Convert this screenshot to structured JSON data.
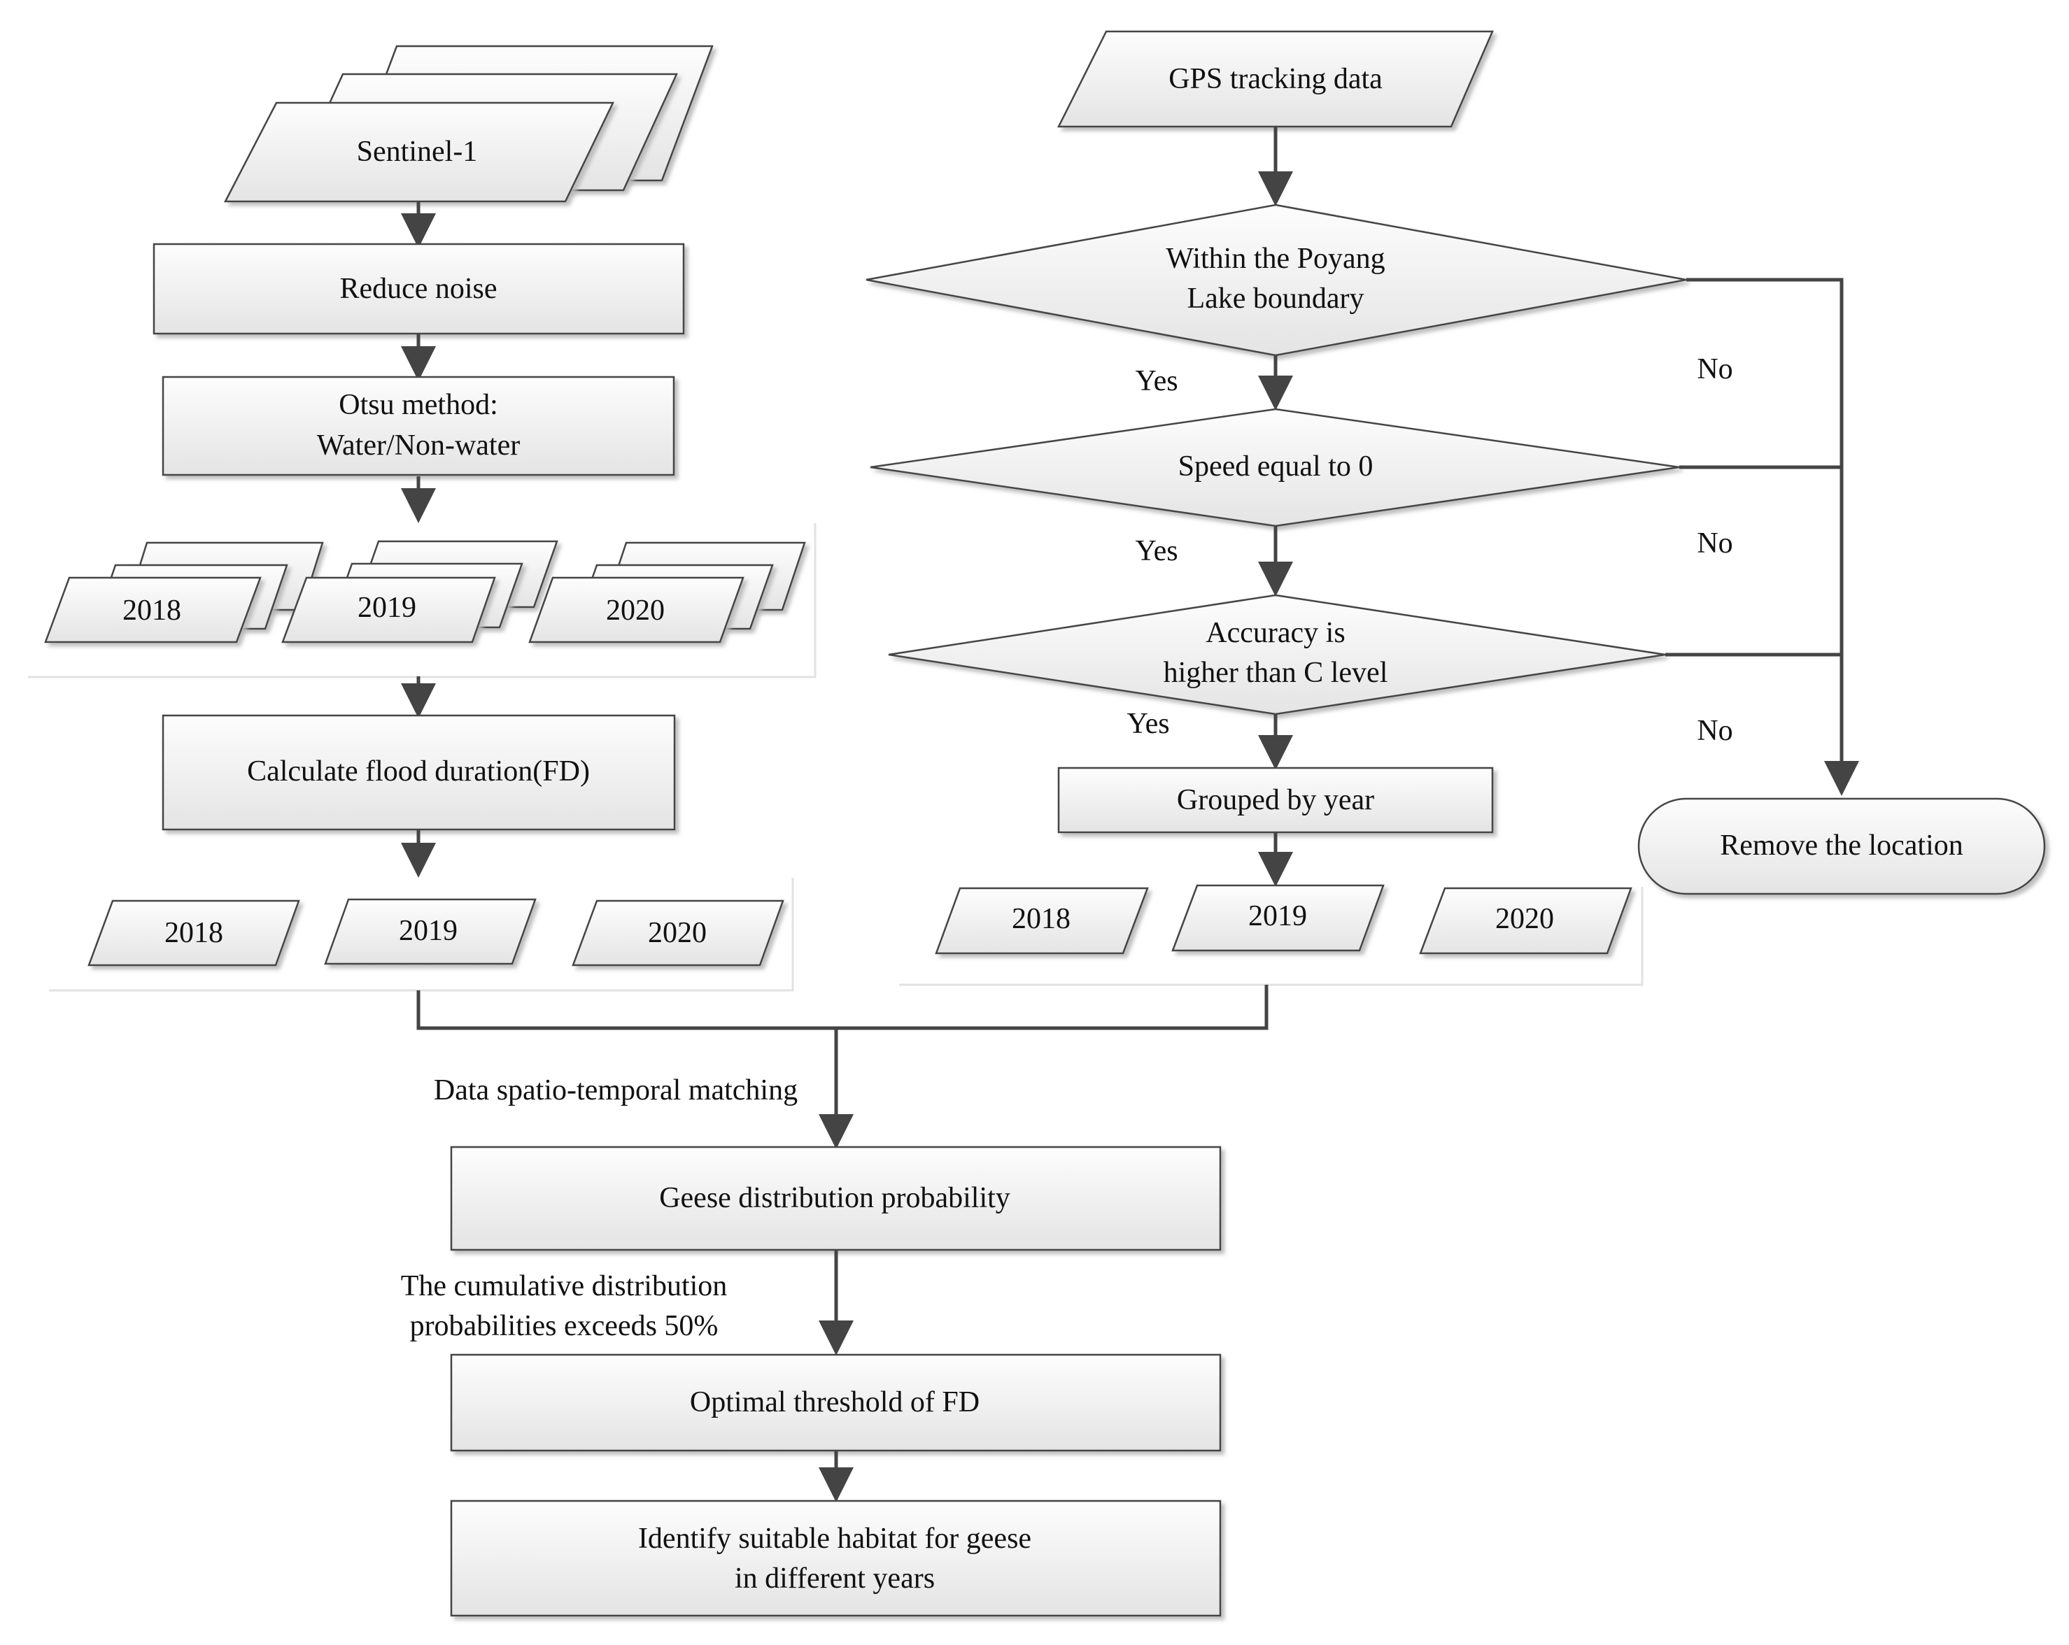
{
  "left_branch": {
    "source": "Sentinel-1",
    "reduce_noise": "Reduce noise",
    "otsu_line1": "Otsu method:",
    "otsu_line2": "Water/Non-water",
    "years_stacked": [
      "2018",
      "2019",
      "2020"
    ],
    "calculate_fd": "Calculate flood duration(FD)",
    "years_fd": [
      "2018",
      "2019",
      "2020"
    ]
  },
  "right_branch": {
    "source": "GPS tracking data",
    "decision_boundary_line1": "Within the Poyang",
    "decision_boundary_line2": "Lake  boundary",
    "decision_speed": "Speed equal to 0",
    "decision_accuracy_line1": "Accuracy is",
    "decision_accuracy_line2": "higher than C level",
    "grouped": "Grouped by year",
    "years": [
      "2018",
      "2019",
      "2020"
    ],
    "remove": "Remove the location",
    "yes_labels": [
      "Yes",
      "Yes",
      "Yes"
    ],
    "no_labels": [
      "No",
      "No",
      "No"
    ]
  },
  "merge_label": "Data spatio-temporal matching",
  "geese_probability": "Geese distribution probability",
  "cumulative_line1": "The cumulative distribution",
  "cumulative_line2": "probabilities exceeds 50%",
  "optimal_threshold": "Optimal threshold of FD",
  "identify_line1": "Identify suitable habitat for geese",
  "identify_line2": "in different years",
  "colors": {
    "box_fill_light": "#fbfbfb",
    "box_fill_dark": "#e6e6e6",
    "stroke": "#444444",
    "shadow": "#bdbdbd"
  }
}
